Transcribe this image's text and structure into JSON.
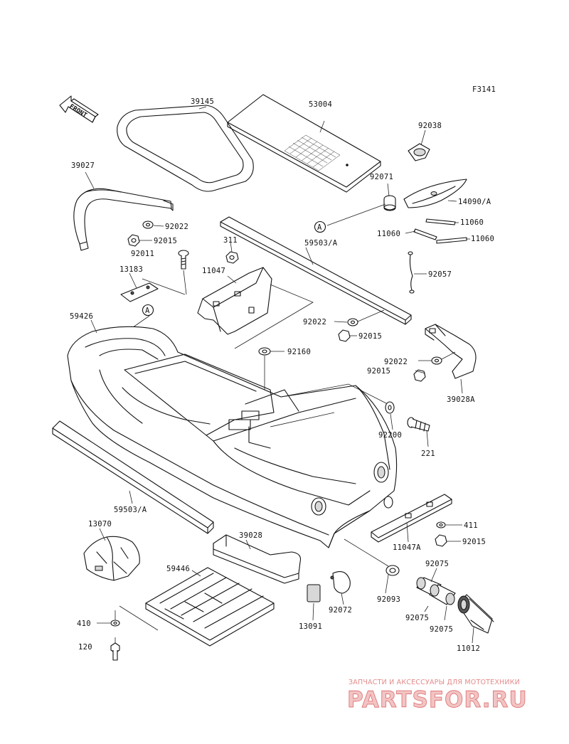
{
  "figure_code": "F3141",
  "front_arrow_label": "FRONT",
  "callout_marker": "A",
  "parts": [
    {
      "id": "p39145",
      "label": "39145"
    },
    {
      "id": "p53004",
      "label": "53004"
    },
    {
      "id": "p92038",
      "label": "92038"
    },
    {
      "id": "p39027",
      "label": "39027"
    },
    {
      "id": "p92071",
      "label": "92071"
    },
    {
      "id": "p14090A",
      "label": "14090/A"
    },
    {
      "id": "p92022a",
      "label": "92022"
    },
    {
      "id": "p92015a",
      "label": "92015"
    },
    {
      "id": "p11060a",
      "label": "11060"
    },
    {
      "id": "p311",
      "label": "311"
    },
    {
      "id": "p59503Aa",
      "label": "59503/A"
    },
    {
      "id": "p11060b",
      "label": "11060"
    },
    {
      "id": "p11060c",
      "label": "11060"
    },
    {
      "id": "p92011",
      "label": "92011"
    },
    {
      "id": "p11047",
      "label": "11047"
    },
    {
      "id": "p13183",
      "label": "13183"
    },
    {
      "id": "p92057",
      "label": "92057"
    },
    {
      "id": "p59426",
      "label": "59426"
    },
    {
      "id": "p92022b",
      "label": "92022"
    },
    {
      "id": "p92015b",
      "label": "92015"
    },
    {
      "id": "p92160",
      "label": "92160"
    },
    {
      "id": "p92022c",
      "label": "92022"
    },
    {
      "id": "p92015c",
      "label": "92015"
    },
    {
      "id": "p39028A",
      "label": "39028A"
    },
    {
      "id": "p92200",
      "label": "92200"
    },
    {
      "id": "p221",
      "label": "221"
    },
    {
      "id": "p59503Ab",
      "label": "59503/A"
    },
    {
      "id": "p411",
      "label": "411"
    },
    {
      "id": "p13070",
      "label": "13070"
    },
    {
      "id": "p39028",
      "label": "39028"
    },
    {
      "id": "p11047A",
      "label": "11047A"
    },
    {
      "id": "p92015d",
      "label": "92015"
    },
    {
      "id": "p92075a",
      "label": "92075"
    },
    {
      "id": "p59446",
      "label": "59446"
    },
    {
      "id": "p92093",
      "label": "92093"
    },
    {
      "id": "p92072",
      "label": "92072"
    },
    {
      "id": "p13091",
      "label": "13091"
    },
    {
      "id": "p92075b",
      "label": "92075"
    },
    {
      "id": "p410",
      "label": "410"
    },
    {
      "id": "p92075c",
      "label": "92075"
    },
    {
      "id": "p120",
      "label": "120"
    },
    {
      "id": "p11012",
      "label": "11012"
    }
  ],
  "watermark": {
    "caption": "ЗАПЧАСТИ И АКСЕССУАРЫ ДЛЯ МОТОТЕХНИКИ",
    "brand": "PARTSFOR.RU"
  },
  "colors": {
    "line": "#111111",
    "background": "#ffffff",
    "watermark": "#e07878"
  }
}
